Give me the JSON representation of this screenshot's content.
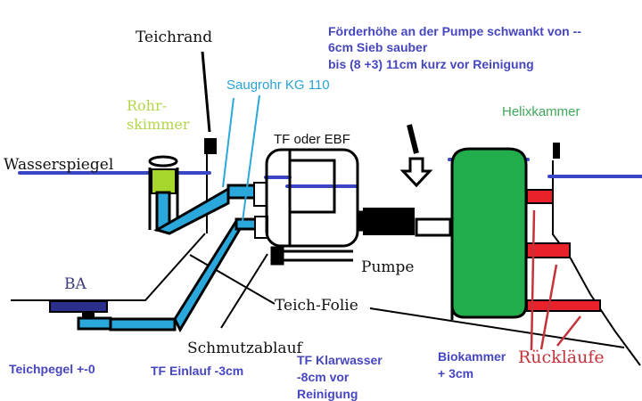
{
  "diagram": {
    "title_note": {
      "line1": "Förderhöhe an der Pumpe schwankt von --",
      "line2": "6cm Sieb sauber",
      "line3": "bis (8 +3) 11cm kurz vor Reinigung"
    },
    "labels": {
      "teichrand": "Teichrand",
      "saugrohr": "Saugrohr KG 110",
      "rohrskimmer_1": "Rohr-",
      "rohrskimmer_2": "skimmer",
      "wasserspiegel": "Wasserspiegel",
      "tf_oder_ebf": "TF oder EBF",
      "helixkammer": "Helixkammer",
      "pumpe": "Pumpe",
      "ba": "BA",
      "teich_folie": "Teich-Folie",
      "schmutzablauf": "Schmutzablauf",
      "ruecklaeufe": "Rückläufe"
    },
    "level_notes": {
      "teichpegel": "Teichpegel +-0",
      "tf_einlauf": "TF Einlauf -3cm",
      "tf_klarwasser_1": "TF Klarwasser",
      "tf_klarwasser_2": "-8cm vor",
      "tf_klarwasser_3": "Reinigung",
      "biokammer_1": "Biokammer",
      "biokammer_2": "+ 3cm"
    },
    "colors": {
      "water_line": "#3a46c4",
      "pipe": "#2aa8dc",
      "skimmer": "#a6d62c",
      "helix_chamber": "#22ad4c",
      "return_pipe": "#e8212a",
      "ba_drain": "#2c2e8c",
      "outline": "#000000"
    }
  }
}
